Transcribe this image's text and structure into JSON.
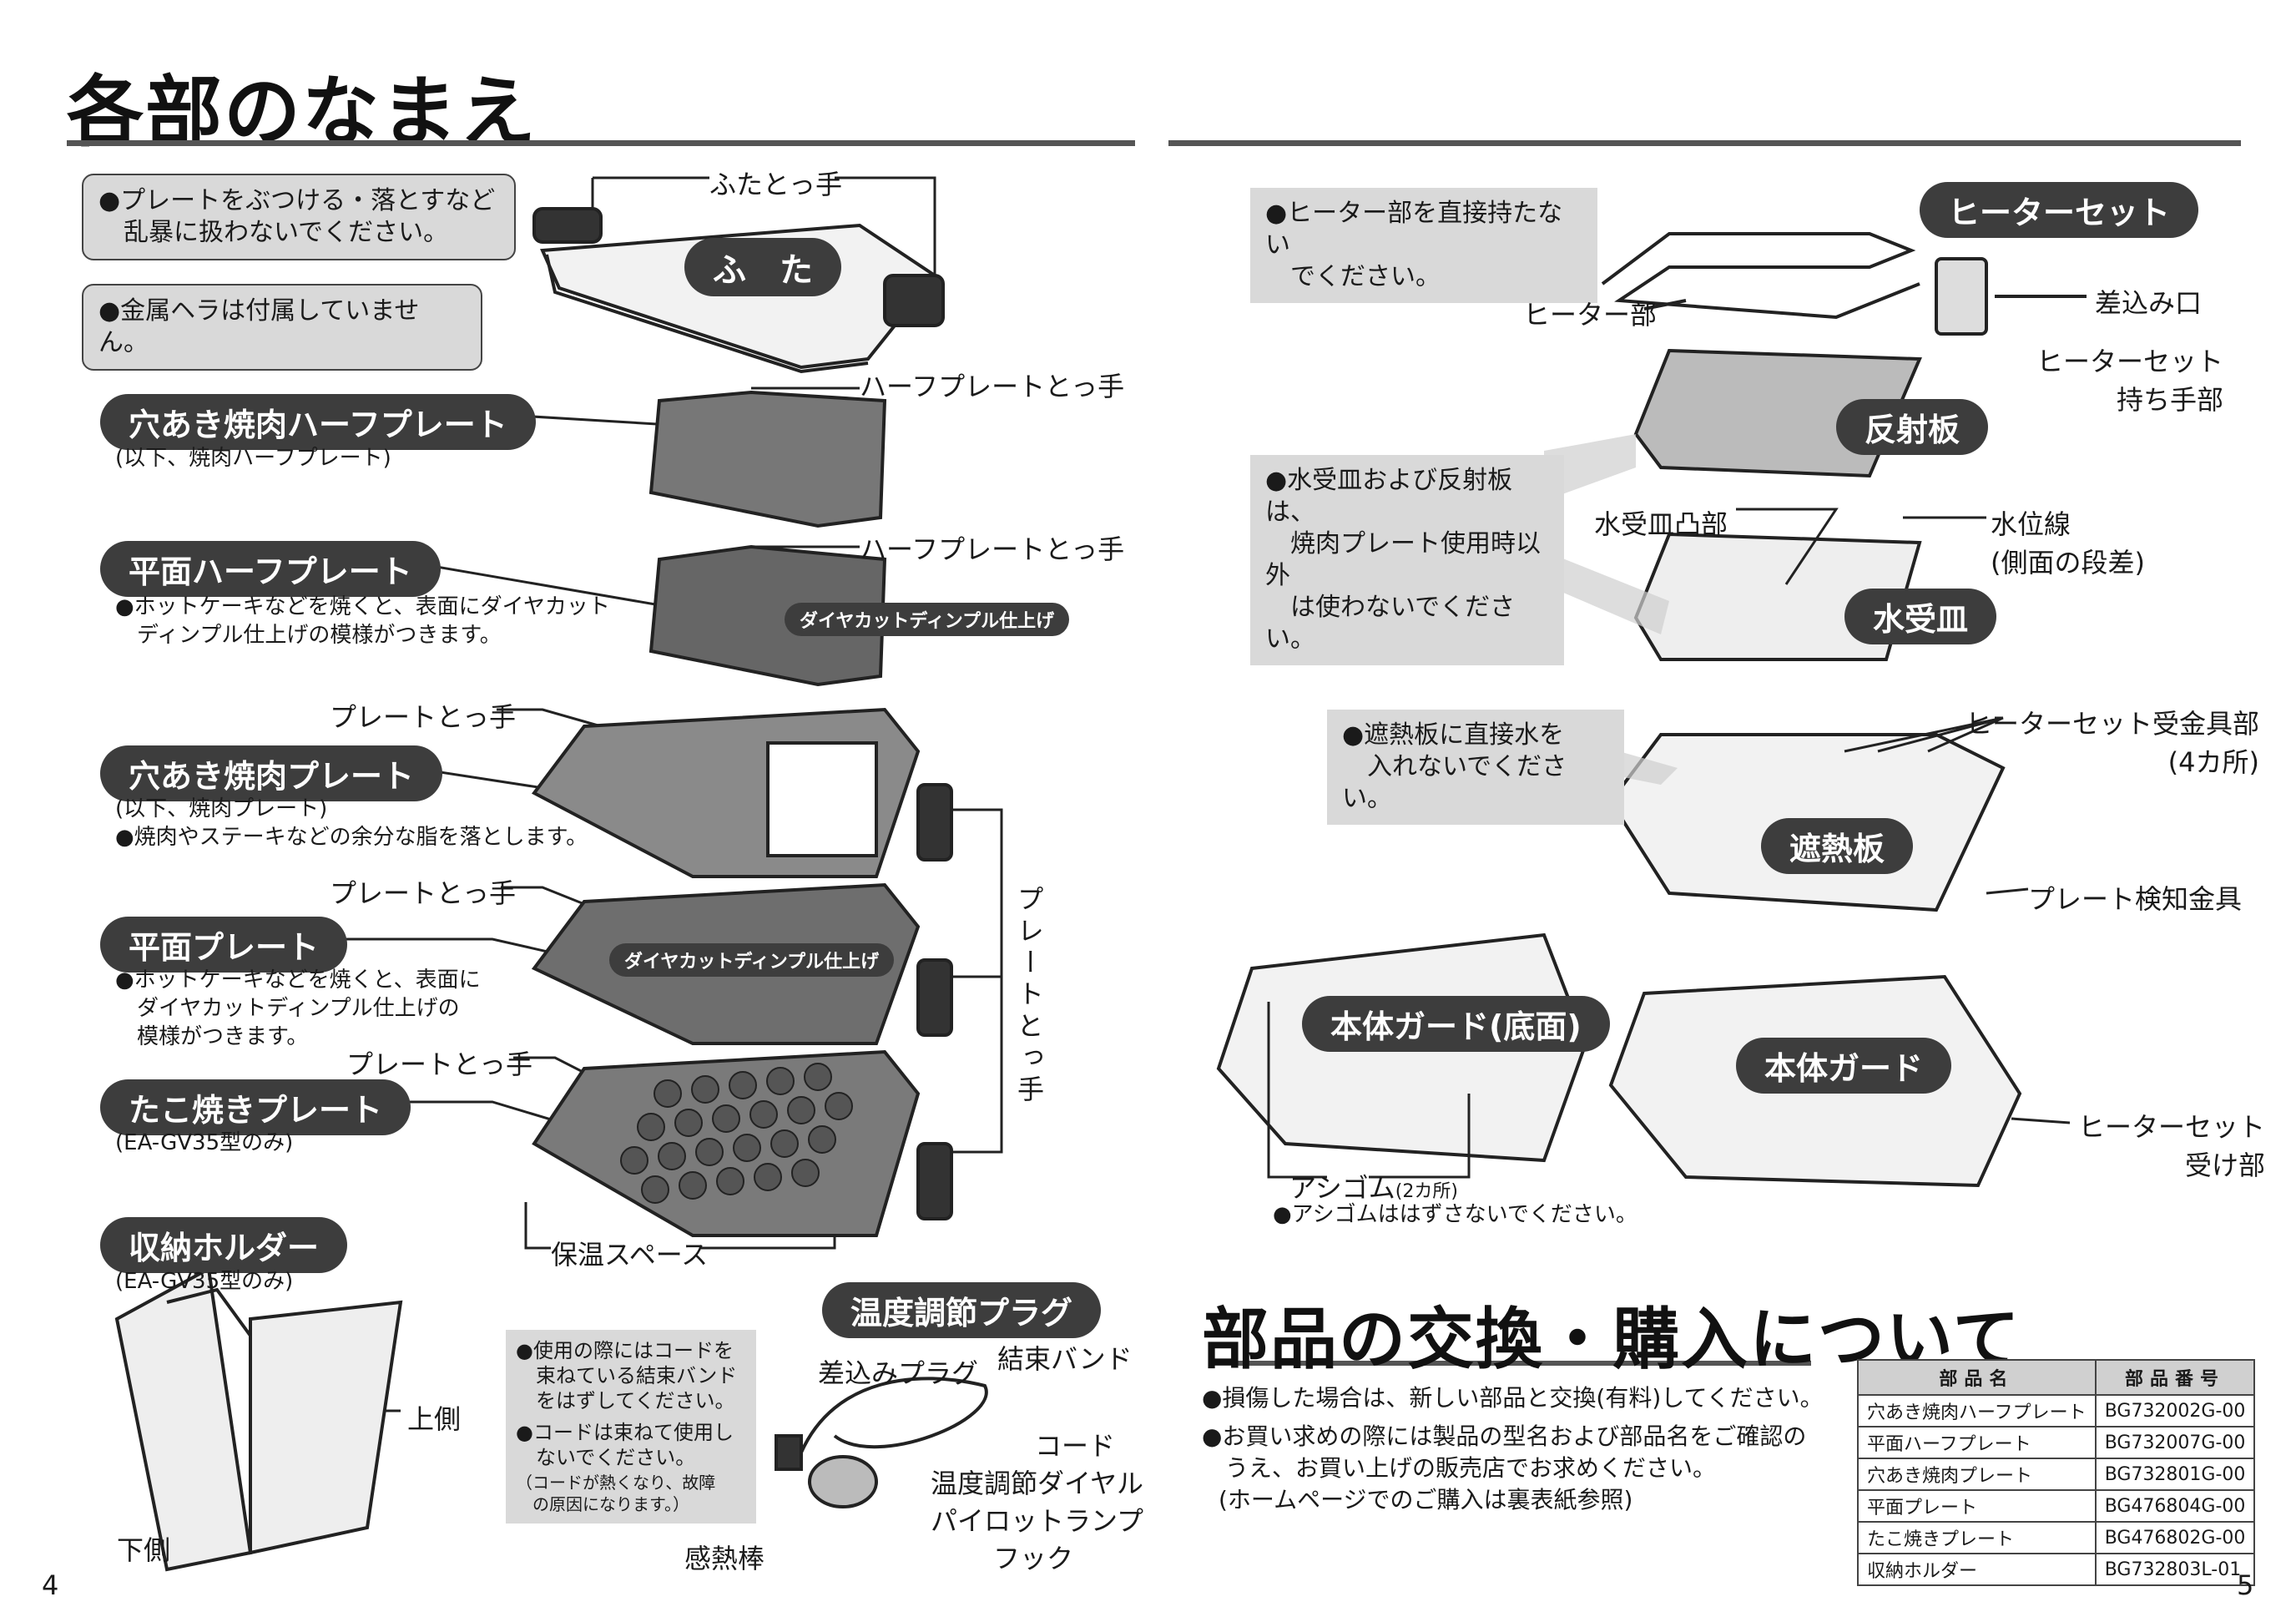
{
  "left_page": {
    "title": "各部のなまえ",
    "page_number": "4",
    "notes": {
      "handling": "●プレートをぶつける・落とすなど\n　乱暴に扱わないでください。",
      "spatula": "●金属ヘラは付属していません。"
    },
    "lid": {
      "badge": "ふ　た",
      "handle_label": "ふたとっ手"
    },
    "half_plate_handle_1": "ハーフプレートとっ手",
    "half_plate_handle_2": "ハーフプレートとっ手",
    "perforated_half": {
      "name": "穴あき焼肉ハーフプレート",
      "sub": "(以下、焼肉ハーフプレート)"
    },
    "flat_half": {
      "name": "平面ハーフプレート",
      "desc": "●ホットケーキなどを焼くと、表面にダイヤカット\n　ディンプル仕上げの模様がつきます。",
      "finish_badge": "ダイヤカットディンプル仕上げ"
    },
    "plate_handle_1": "プレートとっ手",
    "plate_handle_2": "プレートとっ手",
    "plate_handle_3": "プレートとっ手",
    "perforated_plate": {
      "name": "穴あき焼肉プレート",
      "sub": "(以下、焼肉プレート)",
      "desc": "●焼肉やステーキなどの余分な脂を落とします。"
    },
    "flat_plate": {
      "name": "平面プレート",
      "desc": "●ホットケーキなどを焼くと、表面に\n　ダイヤカットディンプル仕上げの\n　模様がつきます。",
      "finish_badge": "ダイヤカットディンプル仕上げ"
    },
    "plate_handle_vertical": "プレートとっ手",
    "takoyaki": {
      "name": "たこ焼きプレート",
      "sub": "(EA-GV35型のみ)"
    },
    "warming_space": "保温スペース",
    "holder": {
      "name": "収納ホルダー",
      "sub": "(EA-GV35型のみ)",
      "top": "上側",
      "bottom": "下側"
    },
    "plug": {
      "name": "温度調節プラグ",
      "note1": "●使用の際にはコードを\n　束ねている結束バンド\n　をはずしてください。",
      "note2": "●コードは束ねて使用し\n　ないでください。",
      "note3": "（コードが熱くなり、故障\n　の原因になります。）",
      "insert_plug": "差込みプラグ",
      "band": "結束バンド",
      "cord": "コード",
      "dial": "温度調節ダイヤル",
      "pilot": "パイロットランプ",
      "hook": "フック",
      "sensor": "感熱棒"
    }
  },
  "right_page": {
    "page_number": "5",
    "heater_note": "●ヒーター部を直接持たない\n　でください。",
    "heater_set": "ヒーターセット",
    "heater_part": "ヒーター部",
    "inlet": "差込み口",
    "heater_grip": "ヒーターセット\n持ち手部",
    "reflector": "反射板",
    "water_note": "●水受皿および反射板は、\n　焼肉プレート使用時以外\n　は使わないでください。",
    "tray_bump": "水受皿凸部",
    "water_line": "水位線\n(側面の段差)",
    "water_tray": "水受皿",
    "shield_note": "●遮熱板に直接水を\n　入れないでください。",
    "heater_bracket": "ヒーターセット受金具部\n(4カ所)",
    "heat_shield": "遮熱板",
    "plate_detector": "プレート検知金具",
    "guard_bottom": "本体ガード(底面)",
    "guard": "本体ガード",
    "heater_receiver": "ヒーターセット\n受け部",
    "feet": "アシゴム",
    "feet_count": "(2カ所)",
    "feet_note": "●アシゴムははずさないでください。",
    "parts_title": "部品の交換・購入について",
    "parts_text1": "●損傷した場合は、新しい部品と交換(有料)してください。",
    "parts_text2": "●お買い求めの際には製品の型名および部品名をご確認の\n　うえ、お買い上げの販売店でお求めください。",
    "parts_text3": "(ホームページでのご購入は裏表紙参照)",
    "table": {
      "headers": [
        "部品名",
        "部品番号"
      ],
      "rows": [
        [
          "穴あき焼肉ハーフプレート",
          "BG732002G-00"
        ],
        [
          "平面ハーフプレート",
          "BG732007G-00"
        ],
        [
          "穴あき焼肉プレート",
          "BG732801G-00"
        ],
        [
          "平面プレート",
          "BG476804G-00"
        ],
        [
          "たこ焼きプレート",
          "BG476802G-00"
        ],
        [
          "収納ホルダー",
          "BG732803L-01"
        ]
      ]
    }
  }
}
